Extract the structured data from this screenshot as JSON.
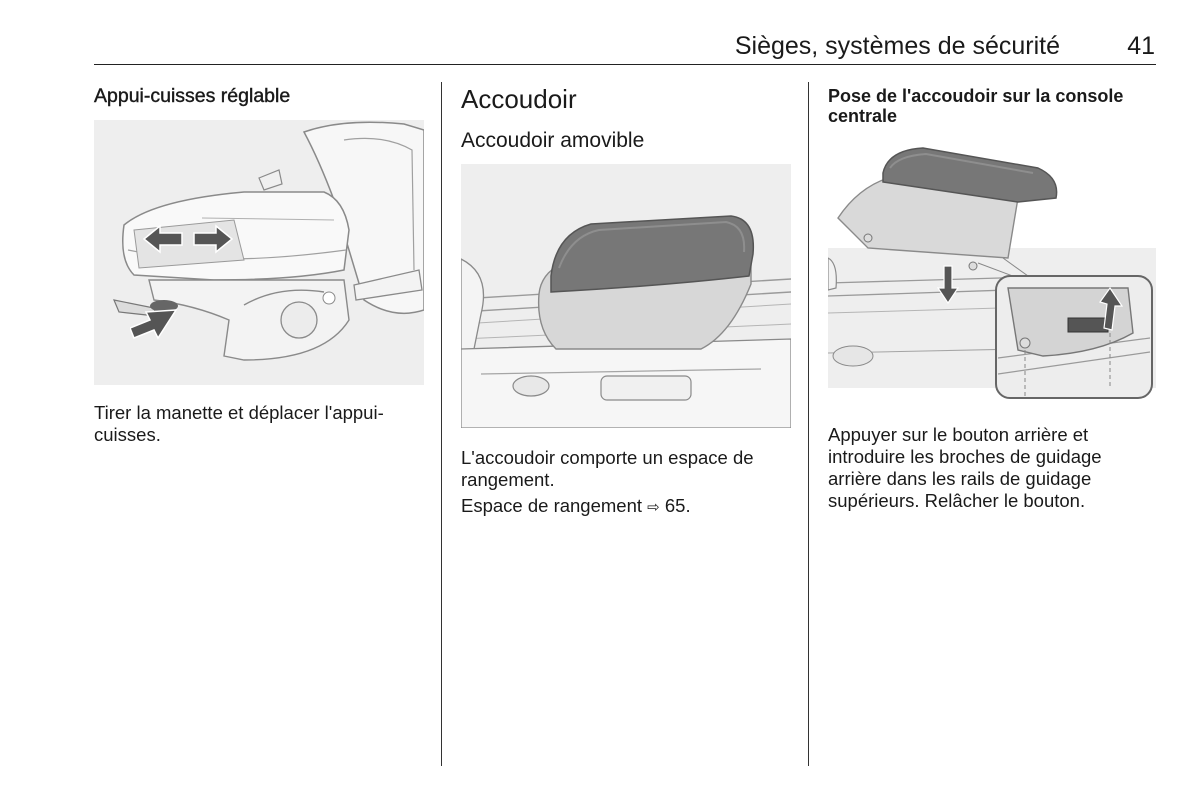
{
  "header": {
    "title": "Sièges, systèmes de sécurité",
    "page_number": "41"
  },
  "col1": {
    "heading": "Appui-cuisses réglable",
    "text": "Tirer la manette et déplacer l'appui-cuisses."
  },
  "col2": {
    "title": "Accoudoir",
    "subtitle": "Accoudoir amovible",
    "text1": "L'accoudoir comporte un espace de rangement.",
    "text2_prefix": "Espace de rangement",
    "ref_symbol": "⇨",
    "text2_page": "65."
  },
  "col3": {
    "heading": "Pose de l'accoudoir sur la console centrale",
    "text": "Appuyer sur le bouton arrière et introduire les broches de guidage arrière dans les rails de guidage supérieurs. Relâcher le bouton."
  },
  "colors": {
    "illustration_bg": "#efefef",
    "line": "#8a8a8a",
    "arrow": "#555555"
  },
  "icons": [
    "direction-arrows-icon",
    "push-arrow-icon",
    "down-arrow-icon",
    "up-arrow-icon",
    "reference-arrow-icon"
  ]
}
